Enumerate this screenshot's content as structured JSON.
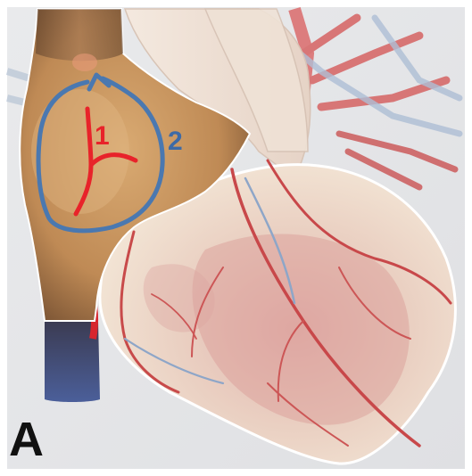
{
  "panel_label": "A",
  "annotations": {
    "inner_label": "1",
    "outer_label": "2"
  },
  "colors": {
    "inner_marking": "#e8232a",
    "outer_marking": "#4a78b0",
    "atrium": "#c99a62",
    "ventricle": "#ecd7c4",
    "vessels": "#d34040",
    "veins": "#8ea6c8",
    "background": "#e7e8ea"
  }
}
